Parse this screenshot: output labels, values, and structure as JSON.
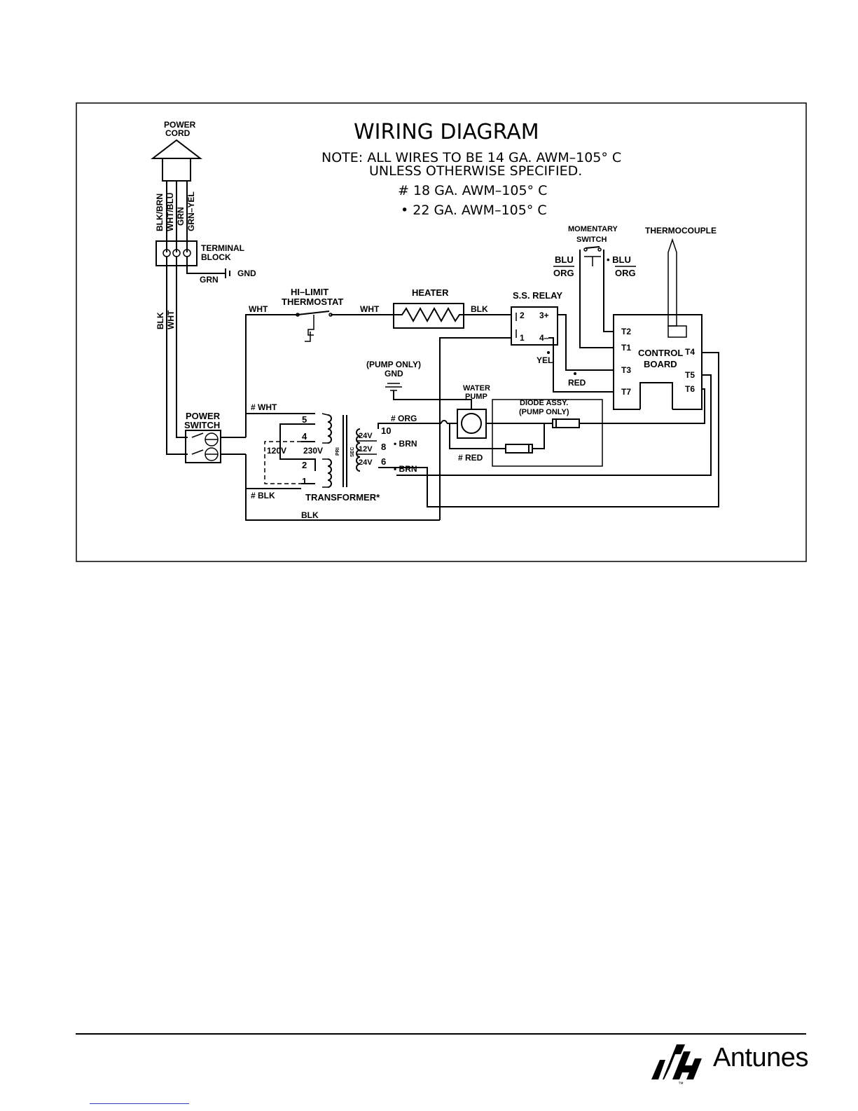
{
  "diagram": {
    "title": "WIRING DIAGRAM",
    "notes": [
      "NOTE:  ALL WIRES TO BE 14 GA. AWM–105° C",
      "UNLESS OTHERWISE SPECIFIED.",
      "#  18 GA. AWM–105° C",
      "•  22 GA. AWM–105° C"
    ],
    "components": {
      "power_cord": [
        "POWER",
        "CORD"
      ],
      "terminal_block": [
        "TERMINAL",
        "BLOCK"
      ],
      "gnd": "GND",
      "hi_limit": [
        "HI–LIMIT",
        "THERMOSTAT"
      ],
      "heater": "HEATER",
      "ss_relay": "S.S. RELAY",
      "momentary_switch": [
        "MOMENTARY",
        "SWITCH"
      ],
      "thermocouple": "THERMOCOUPLE",
      "control_board": [
        "CONTROL",
        "BOARD"
      ],
      "pump_gnd": [
        "(PUMP ONLY)",
        "GND"
      ],
      "water_pump": [
        "WATER",
        "PUMP"
      ],
      "diode_assy": [
        "DIODE ASSY.",
        "(PUMP ONLY)"
      ],
      "power_switch": [
        "POWER",
        "SWITCH"
      ],
      "transformer": "TRANSFORMER*",
      "pri": "PRI",
      "sec": "SEC"
    },
    "wires": {
      "cord": [
        "BLK/BRN",
        "WHT/BLU",
        "GRN",
        "GRN–YEL"
      ],
      "grn": "GRN",
      "blk_vert": "BLK",
      "wht_vert": "WHT",
      "wht1": "WHT",
      "wht2": "WHT",
      "blk_heater": "BLK",
      "blu_left": "BLU",
      "org_left": "ORG",
      "blu_right": "• BLU",
      "org_right": "ORG",
      "yel": "YEL",
      "red": "RED",
      "wht_sw": "# WHT",
      "blk_sw": "# BLK",
      "blk_bottom": "BLK",
      "org_pump": "# ORG",
      "red_pump": "# RED",
      "brn1": "• BRN",
      "brn2": "• BRN"
    },
    "terminals": {
      "relay": [
        "2",
        "3+",
        "1",
        "4–"
      ],
      "board": [
        "T2",
        "T1",
        "T3",
        "T7",
        "T4",
        "T5",
        "T6"
      ],
      "transformer_pri": [
        "5",
        "4",
        "2",
        "1"
      ],
      "voltages_pri": [
        "120V",
        "230V"
      ],
      "transformer_sec": [
        "10",
        "8",
        "6"
      ],
      "voltages_sec": [
        "24V",
        "12V",
        "24V"
      ]
    }
  },
  "footer": {
    "brand": "Antunes",
    "tm": "™"
  }
}
